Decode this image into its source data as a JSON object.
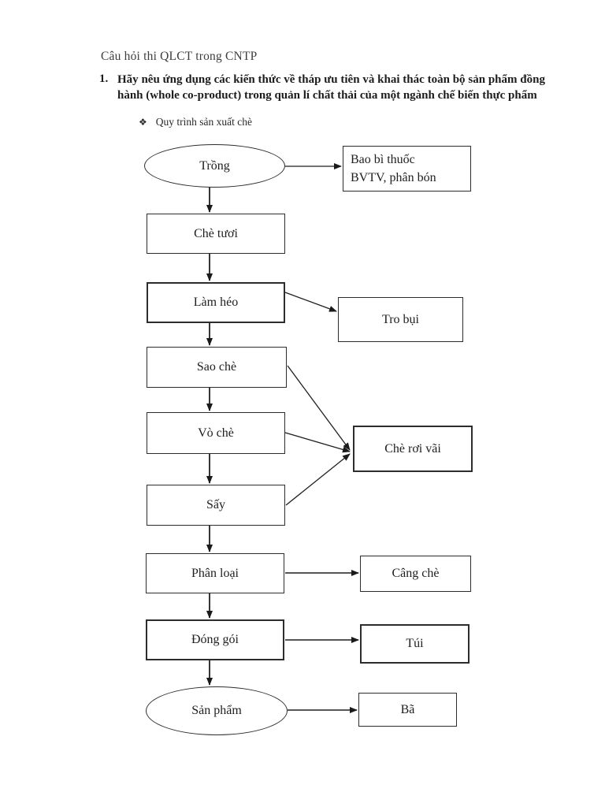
{
  "doc": {
    "title": "Câu hỏi thi QLCT trong CNTP",
    "question": {
      "number": "1.",
      "text": "Hãy nêu ứng dụng các kiến thức về tháp ưu tiên và khai thác toàn bộ sản phẩm đồng hành (whole co-product) trong quản lí chất thải của một ngành chế biến thực phẩm"
    },
    "bullet": {
      "marker": "❖",
      "text": "Quy trình sản xuất chè"
    }
  },
  "flow": {
    "trong": "Trồng",
    "bao_bi": [
      "Bao bì thuốc",
      "BVTV, phân bón"
    ],
    "che_tuoi": "Chè tươi",
    "lam_heo": "Làm héo",
    "tro_bui": "Tro bụi",
    "sao_che": "Sao chè",
    "vo_che": "Vò chè",
    "che_roi_vai": "Chè rơi vãi",
    "say": "Sấy",
    "phan_loai": "Phân loại",
    "cang_che": "Câng chè",
    "dong_goi": "Đóng gói",
    "tui": "Túi",
    "san_pham": "Sản phẩm",
    "ba": "Bã"
  },
  "colors": {
    "ink": "#1e1e1e",
    "border": "#2d2d2d"
  }
}
